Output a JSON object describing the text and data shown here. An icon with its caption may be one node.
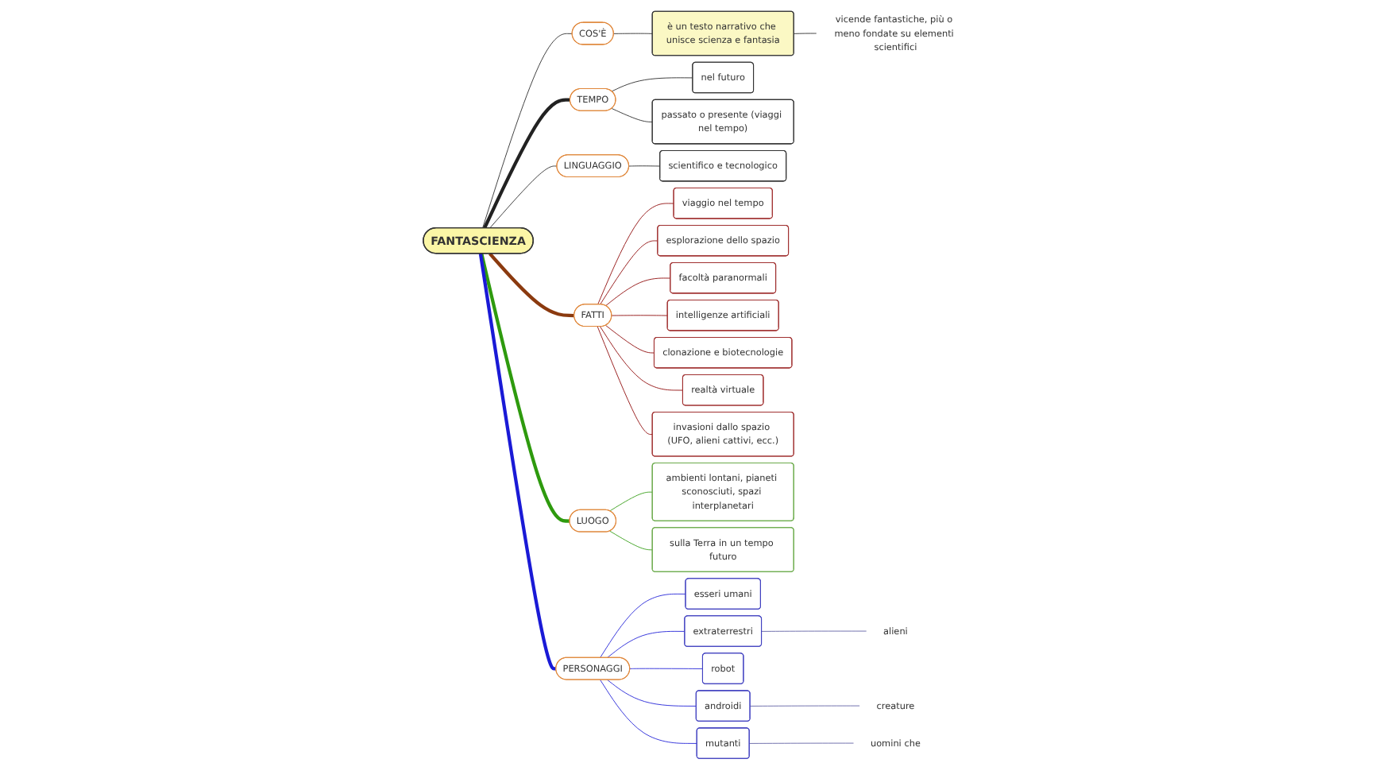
{
  "diagram": {
    "nodes": [
      {
        "text": [
          "FANTASCIENZA"
        ]
      },
      {
        "text": [
          "COS'È"
        ]
      },
      {
        "text": [
          "è un testo narrativo che unisce scienza e fantasia"
        ]
      },
      {
        "text": [
          "vicende fantastiche, più o meno fondate su elementi scientifici"
        ]
      },
      {
        "text": [
          "TEMPO"
        ]
      },
      {
        "text": [
          "nel futuro"
        ]
      },
      {
        "text": [
          "passato o presente (viaggi nel tempo)"
        ]
      },
      {
        "text": [
          "LINGUAGGIO"
        ]
      },
      {
        "text": [
          "scientifico e tecnologico"
        ]
      },
      {
        "text": [
          "FATTI"
        ]
      },
      {
        "text": [
          "viaggio nel tempo"
        ]
      },
      {
        "text": [
          "esplorazione dello spazio"
        ]
      },
      {
        "text": [
          "facoltà paranormali"
        ]
      },
      {
        "text": [
          "intelligenze artificiali"
        ]
      },
      {
        "text": [
          "clonazione e biotecnologie"
        ]
      },
      {
        "text": [
          "realtà virtuale"
        ]
      },
      {
        "text": [
          "invasioni dallo spazio (UFO, alieni cattivi, ecc.)"
        ]
      },
      {
        "text": [
          "LUOGO"
        ]
      },
      {
        "text": [
          "ambienti lontani, pianeti sconosciuti, spazi interplanetari"
        ]
      },
      {
        "text": [
          "sulla Terra in un tempo futuro"
        ]
      },
      {
        "text": [
          "PERSONAGGI"
        ]
      },
      {
        "text": [
          "esseri umani"
        ]
      },
      {
        "text": [
          "extraterrestri"
        ]
      },
      {
        "text": [
          "robot"
        ]
      },
      {
        "text": [
          "androidi"
        ]
      },
      {
        "text": [
          "mutanti"
        ]
      },
      {
        "text": [
          "alieni"
        ]
      },
      {
        "text": [
          "creature"
        ]
      },
      {
        "text": [
          "uomini che"
        ]
      }
    ],
    "edges": [
      {
        "from": 0,
        "to": 1,
        "arrow": "none"
      },
      {
        "from": 1,
        "to": 2,
        "arrow": "none"
      },
      {
        "from": 2,
        "to": 3,
        "arrow": "none"
      },
      {
        "from": 0,
        "to": 4,
        "arrow": "none",
        "style": "thick"
      },
      {
        "from": 4,
        "to": 5,
        "arrow": "none"
      },
      {
        "from": 4,
        "to": 6,
        "arrow": "none"
      },
      {
        "from": 0,
        "to": 7,
        "arrow": "none"
      },
      {
        "from": 7,
        "to": 8,
        "arrow": "none"
      },
      {
        "from": 0,
        "to": 9,
        "arrow": "none",
        "style": "thick",
        "color": "#8b3a0f"
      },
      {
        "from": 9,
        "to": 10,
        "arrow": "none",
        "color": "#8b0000"
      },
      {
        "from": 9,
        "to": 11,
        "arrow": "none",
        "color": "#8b0000"
      },
      {
        "from": 9,
        "to": 12,
        "arrow": "none",
        "color": "#8b0000"
      },
      {
        "from": 9,
        "to": 13,
        "arrow": "none",
        "color": "#8b0000"
      },
      {
        "from": 9,
        "to": 14,
        "arrow": "none",
        "color": "#8b0000"
      },
      {
        "from": 9,
        "to": 15,
        "arrow": "none",
        "color": "#8b0000"
      },
      {
        "from": 9,
        "to": 16,
        "arrow": "none",
        "color": "#8b0000"
      },
      {
        "from": 0,
        "to": 17,
        "arrow": "none",
        "style": "thick",
        "color": "#2e9a0e"
      },
      {
        "from": 17,
        "to": 18,
        "arrow": "none",
        "color": "#2e9a0e"
      },
      {
        "from": 17,
        "to": 19,
        "arrow": "none",
        "color": "#2e9a0e"
      },
      {
        "from": 0,
        "to": 20,
        "arrow": "none",
        "style": "thick",
        "color": "#1a1ad6"
      },
      {
        "from": 20,
        "to": 21,
        "arrow": "none",
        "color": "#1a1ad6"
      },
      {
        "from": 20,
        "to": 22,
        "arrow": "none",
        "color": "#1a1ad6"
      },
      {
        "from": 20,
        "to": 23,
        "arrow": "none",
        "color": "#1a1ad6"
      },
      {
        "from": 20,
        "to": 24,
        "arrow": "none",
        "color": "#1a1ad6"
      },
      {
        "from": 20,
        "to": 25,
        "arrow": "none",
        "color": "#1a1ad6"
      },
      {
        "from": 22,
        "to": 26,
        "arrow": "none",
        "color": "#5a5aa0"
      },
      {
        "from": 24,
        "to": 27,
        "arrow": "none",
        "color": "#5a5aa0"
      },
      {
        "from": 25,
        "to": 28,
        "arrow": "none",
        "color": "#5a5aa0"
      }
    ]
  }
}
